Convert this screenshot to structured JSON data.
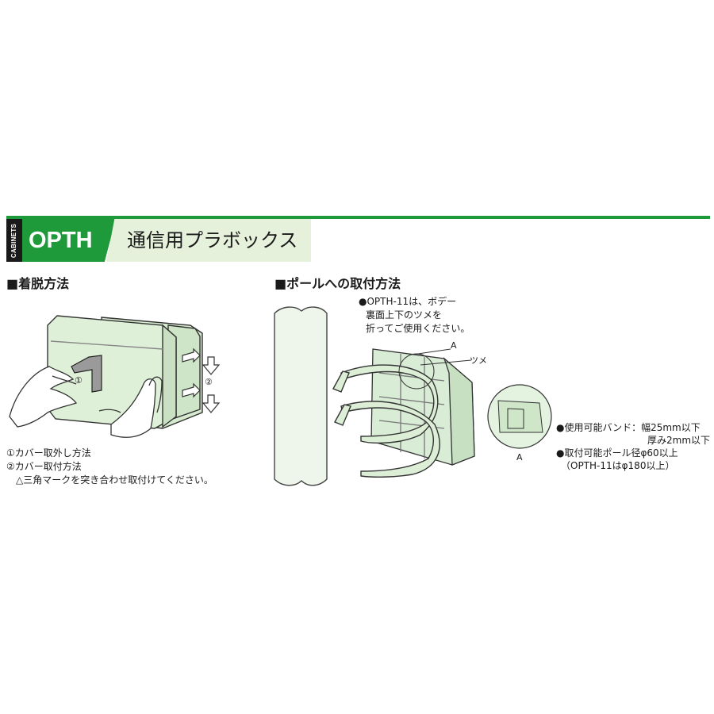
{
  "header": {
    "category_tab": "CABINETS",
    "product_code": "OPTH",
    "product_name": "通信用プラボックス"
  },
  "attach_section": {
    "heading": "■着脱方法",
    "figure_marks": {
      "one": "①",
      "two": "②",
      "big_number": "1"
    },
    "notes": [
      "①カバー取外し方法",
      "②カバー取付方法",
      "△三角マークを突き合わせ取付けてください。"
    ]
  },
  "pole_section": {
    "heading": "■ポールへの取付方法",
    "instruction": [
      "●OPTH-11は、ボデー",
      "裏面上下のツメを",
      "折ってご使用ください。"
    ],
    "label_a_top": "A",
    "label_tsume": "ツメ",
    "label_a_detail": "A",
    "specs": [
      "●使用可能バンド：幅25mm以下",
      "厚み2mm以下",
      "●取付可能ポール径φ60以上",
      "（OPTH-11はφ180以上）"
    ]
  },
  "colors": {
    "brand_green": "#1f9a3a",
    "title_bg": "#e6f1dc",
    "box_fill": "#d8ecd6",
    "line": "#333333"
  }
}
